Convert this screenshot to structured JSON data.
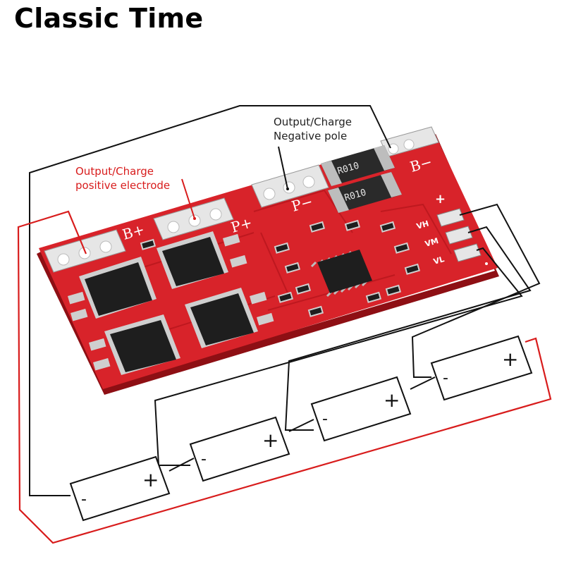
{
  "title": "Classic Time",
  "annotations": {
    "negative_line1": "Output/Charge",
    "negative_line2": "Negative pole",
    "positive_line1": "Output/Charge",
    "positive_line2": "positive electrode"
  },
  "board": {
    "pad_bplus": "B+",
    "pad_pplus": "P+",
    "pad_pminus": "P−",
    "pad_bminus": "B−",
    "plus_mark": "+",
    "resistor_top": "R010",
    "resistor_bottom": "R010",
    "sense_vh": "VH",
    "sense_vm": "VM",
    "sense_vl": "VL"
  },
  "batteries": [
    {
      "minus": "-",
      "plus": "+"
    },
    {
      "minus": "-",
      "plus": "+"
    },
    {
      "minus": "-",
      "plus": "+"
    },
    {
      "minus": "-",
      "plus": "+"
    }
  ],
  "colors": {
    "pcb": "#d8232a",
    "pcb_dark": "#b0141b",
    "wire_red": "#d81c1c",
    "wire_black": "#111111",
    "pad": "#e6e6e6",
    "chip": "#1e1e1e"
  }
}
